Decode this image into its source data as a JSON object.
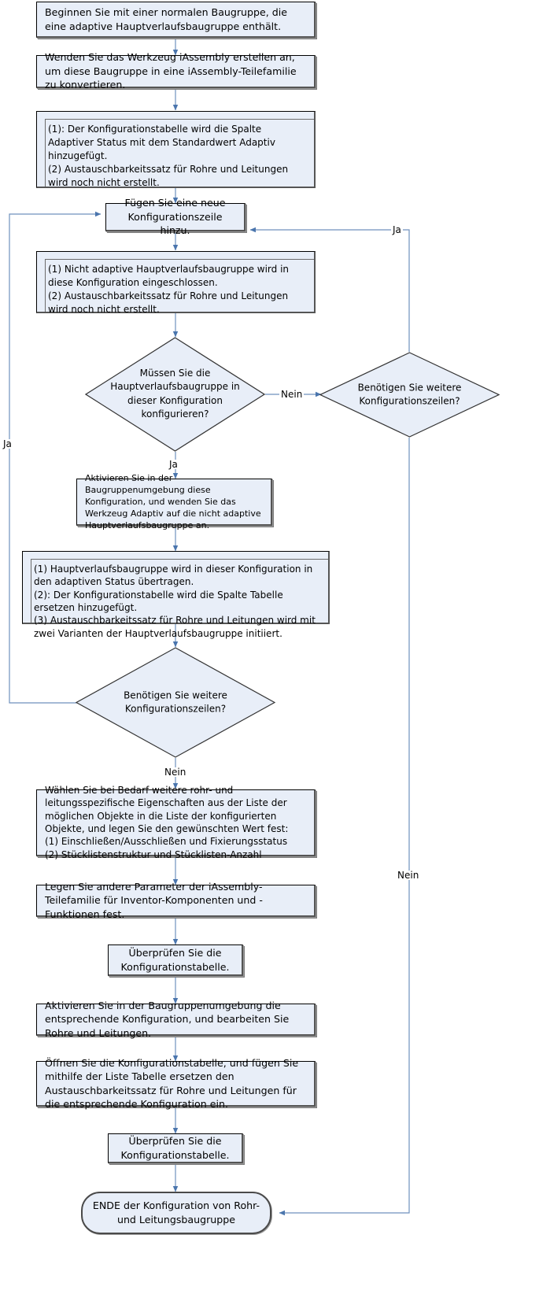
{
  "diagram": {
    "title": "Konfiguration von Rohr- und Leitungsbaugruppe",
    "colors": {
      "node_fill": "#e8eef8",
      "node_border": "#000000",
      "connector": "#5b83b5",
      "background": "#ffffff"
    },
    "nodes": [
      {
        "id": "start",
        "type": "process",
        "text": "Beginnen Sie mit einer normalen Baugruppe, die eine adaptive Hauptverlaufsbaugruppe enthält."
      },
      {
        "id": "create-iassembly",
        "type": "process",
        "text": "Wenden Sie das Werkzeug iAssembly erstellen an, um diese Baugruppe in eine iAssembly-Teilefamilie zu konvertieren."
      },
      {
        "id": "note-1",
        "type": "predefined-process",
        "text": "(1): Der Konfigurationstabelle wird die Spalte Adaptiver Status mit dem Standardwert Adaptiv hinzugefügt.\n(2) Austauschbarkeitssatz für Rohre und Leitungen wird noch nicht erstellt."
      },
      {
        "id": "add-row",
        "type": "process",
        "text": "Fügen Sie eine neue Konfigurationszeile hinzu."
      },
      {
        "id": "note-2",
        "type": "predefined-process",
        "text": "(1) Nicht adaptive Hauptverlaufsbaugruppe wird in diese Konfiguration eingeschlossen.\n(2) Austauschbarkeitssatz für Rohre und Leitungen wird noch nicht erstellt."
      },
      {
        "id": "decision-configure",
        "type": "decision",
        "text": "Müssen Sie die Hauptverlaufsbaugruppe in dieser Konfiguration konfigurieren?"
      },
      {
        "id": "decision-more-rows-right",
        "type": "decision",
        "text": "Benötigen Sie weitere Konfigurationszeilen?"
      },
      {
        "id": "activate-adaptive",
        "type": "process",
        "text": "Aktivieren Sie in der Baugruppenumgebung diese Konfiguration, und wenden Sie das Werkzeug Adaptiv auf die nicht adaptive Hauptverlaufsbaugruppe an."
      },
      {
        "id": "note-3",
        "type": "predefined-process",
        "text": "(1) Hauptverlaufsbaugruppe wird in dieser Konfiguration in den adaptiven Status übertragen.\n(2): Der Konfigurationstabelle wird die Spalte Tabelle ersetzen hinzugefügt.\n(3) Austauschbarkeitssatz für Rohre und Leitungen wird mit zwei Varianten der Hauptverlaufsbaugruppe initiiert."
      },
      {
        "id": "decision-more-rows-main",
        "type": "decision",
        "text": "Benötigen Sie weitere Konfigurationszeilen?"
      },
      {
        "id": "select-properties",
        "type": "process",
        "text": "Wählen Sie bei Bedarf weitere rohr- und leitungsspezifische Eigenschaften aus der Liste der möglichen Objekte in die Liste der konfigurierten Objekte, und legen Sie den gewünschten Wert fest:\n(1) Einschließen/Ausschließen und Fixierungsstatus\n(2) Stücklistenstruktur und Stücklisten-Anzahl"
      },
      {
        "id": "set-other-params",
        "type": "process",
        "text": "Legen Sie andere Parameter der iAssembly-Teilefamilie für Inventor-Komponenten und -Funktionen fest."
      },
      {
        "id": "verify-table-1",
        "type": "process",
        "text": "Überprüfen Sie die Konfigurationstabelle."
      },
      {
        "id": "activate-edit",
        "type": "process",
        "text": "Aktivieren Sie in der Baugruppenumgebung die entsprechende Konfiguration, und bearbeiten Sie Rohre und Leitungen."
      },
      {
        "id": "open-table",
        "type": "process",
        "text": "Öffnen Sie die Konfigurationstabelle, und fügen Sie mithilfe der Liste Tabelle ersetzen den Austauschbarkeitssatz für Rohre und Leitungen für die entsprechende Konfiguration ein."
      },
      {
        "id": "verify-table-2",
        "type": "process",
        "text": "Überprüfen Sie die Konfigurationstabelle."
      },
      {
        "id": "end",
        "type": "terminator",
        "text": "ENDE der Konfiguration von Rohr- und Leitungsbaugruppe"
      }
    ],
    "edge_labels": {
      "ja_top_right": "Ja",
      "nein_between_diamonds": "Nein",
      "ja_left": "Ja",
      "ja_down": "Ja",
      "nein_down": "Nein",
      "nein_right": "Nein"
    }
  }
}
